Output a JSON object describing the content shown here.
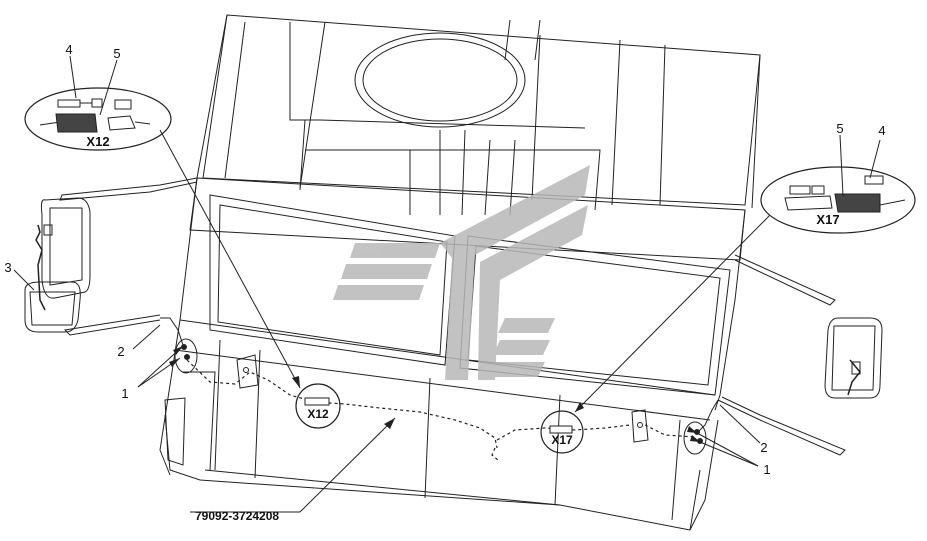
{
  "callouts": {
    "c1_left": "1",
    "c1_right": "1",
    "c2_left": "2",
    "c2_right": "2",
    "c3": "3",
    "c4_left": "4",
    "c4_right": "4",
    "c5_left": "5",
    "c5_right": "5"
  },
  "connectors": {
    "left": "X12",
    "right": "X17"
  },
  "detail_views": {
    "left_label": "X12",
    "right_label": "X17"
  },
  "part_number": "79092-3724208",
  "colors": {
    "line": "#222222",
    "logo": "#b8b8b8"
  }
}
